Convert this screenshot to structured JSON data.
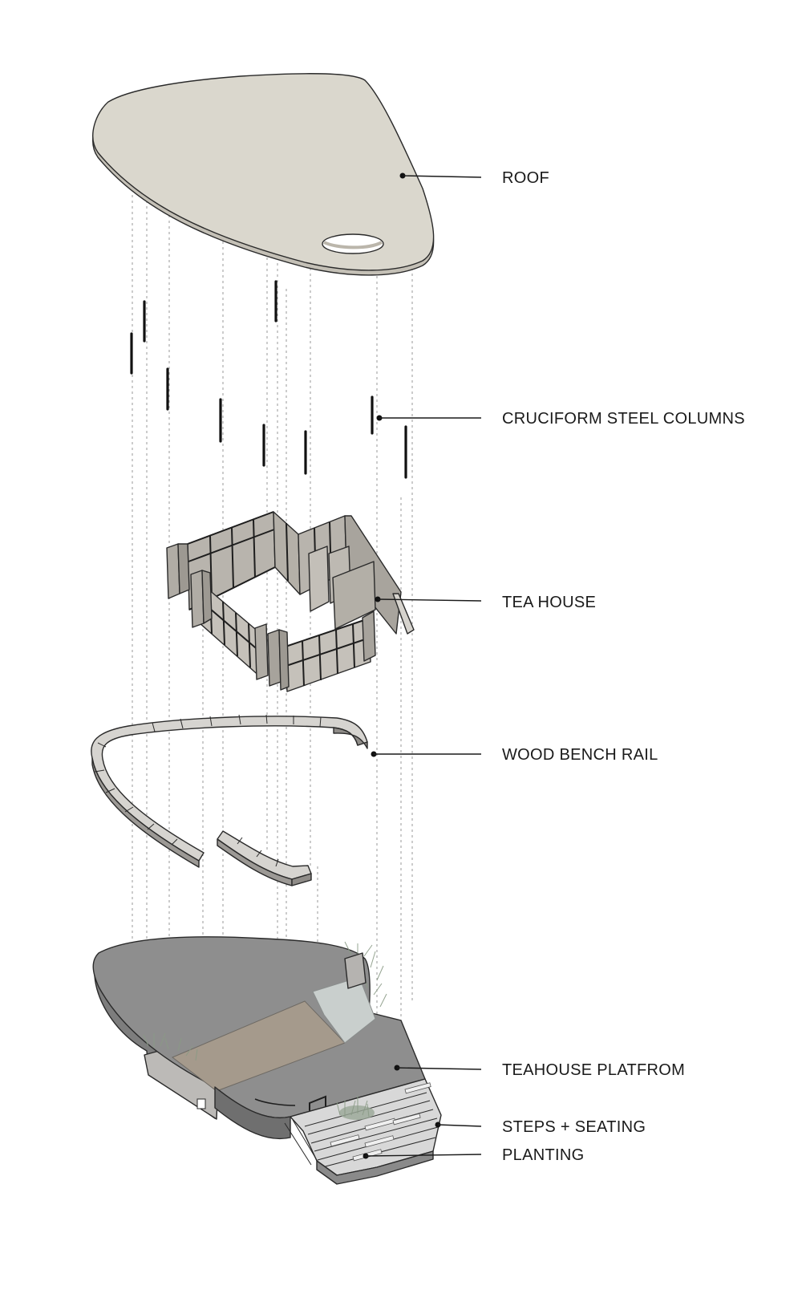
{
  "diagram": {
    "labels": {
      "roof": "ROOF",
      "columns": "CRUCIFORM STEEL COLUMNS",
      "tea_house": "TEA HOUSE",
      "bench_rail": "WOOD BENCH RAIL",
      "platform": "TEAHOUSE PLATFROM",
      "steps": "STEPS + SEATING",
      "planting": "PLANTING"
    },
    "colors": {
      "roof": "#dad7cd",
      "platform_top": "#8e8e8e",
      "platform_side": "#7a7a7a",
      "paving": "#a59a8c",
      "glass_path": "#c9cfcd",
      "panel": "#bab5ae",
      "wood": "#a9a6a2",
      "steps": "#d8d8d8",
      "planting": "#9aa897"
    }
  }
}
